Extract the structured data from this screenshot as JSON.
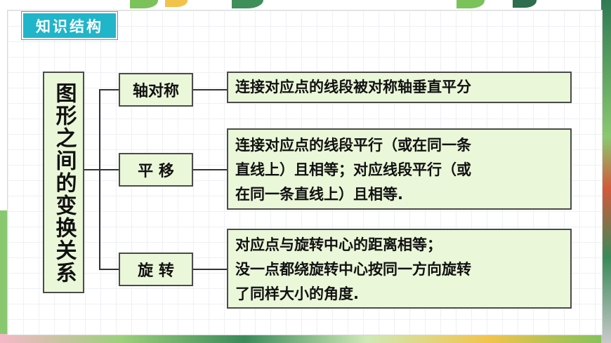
{
  "section_badge": "知识结构",
  "root_label": "图形之间的变换关系",
  "branches": [
    {
      "name": "轴对称",
      "description": [
        "连接对应点的线段被对称轴垂直平分"
      ]
    },
    {
      "name": "平 移",
      "description": [
        "连接对应点的线段平行（或在同一条",
        "直线上）且相等；对应线段平行（或",
        "在同一条直线上）且相等."
      ]
    },
    {
      "name": "旋 转",
      "description": [
        "对应点与旋转中心的距离相等；",
        "没一点都绕旋转中心按同一方向旋转",
        "了同样大小的角度."
      ]
    }
  ],
  "colors": {
    "badge": "#20b5c9",
    "box_fill": "#eaf7d9",
    "border": "#4b4b4b"
  }
}
